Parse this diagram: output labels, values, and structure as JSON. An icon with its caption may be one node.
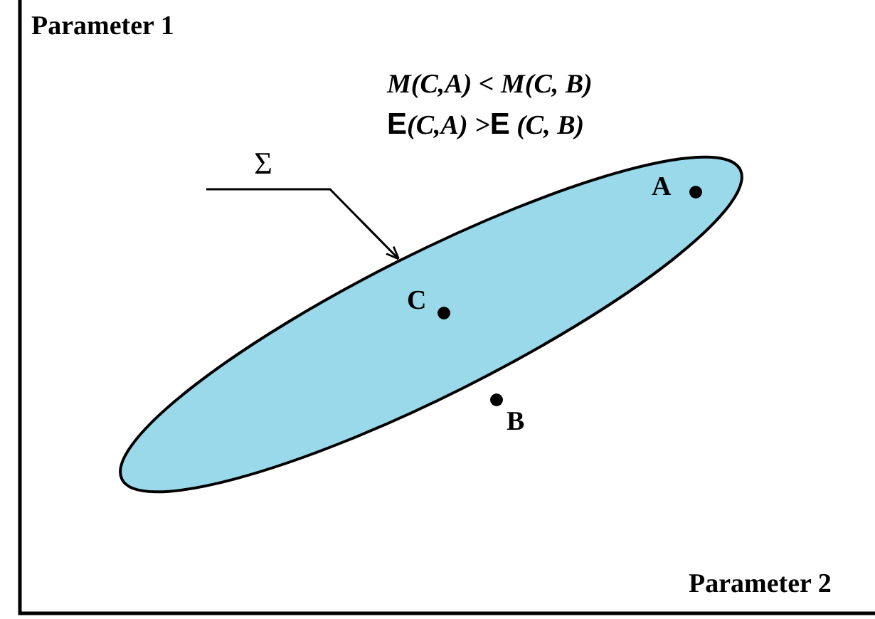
{
  "diagram": {
    "nodes": [
      {
        "text": [
          "Σ"
        ]
      },
      {
        "text": [],
        "shape": "ellipse"
      }
    ],
    "edges": [
      {
        "from": 0,
        "to": 1,
        "arrow": "to"
      }
    ],
    "labels": [
      "Parameter 1",
      "M(C,A) < M(C, B)",
      "**E**(C,A) >**E** (C, B)",
      "A",
      "C",
      "B",
      "Parameter 2"
    ]
  }
}
